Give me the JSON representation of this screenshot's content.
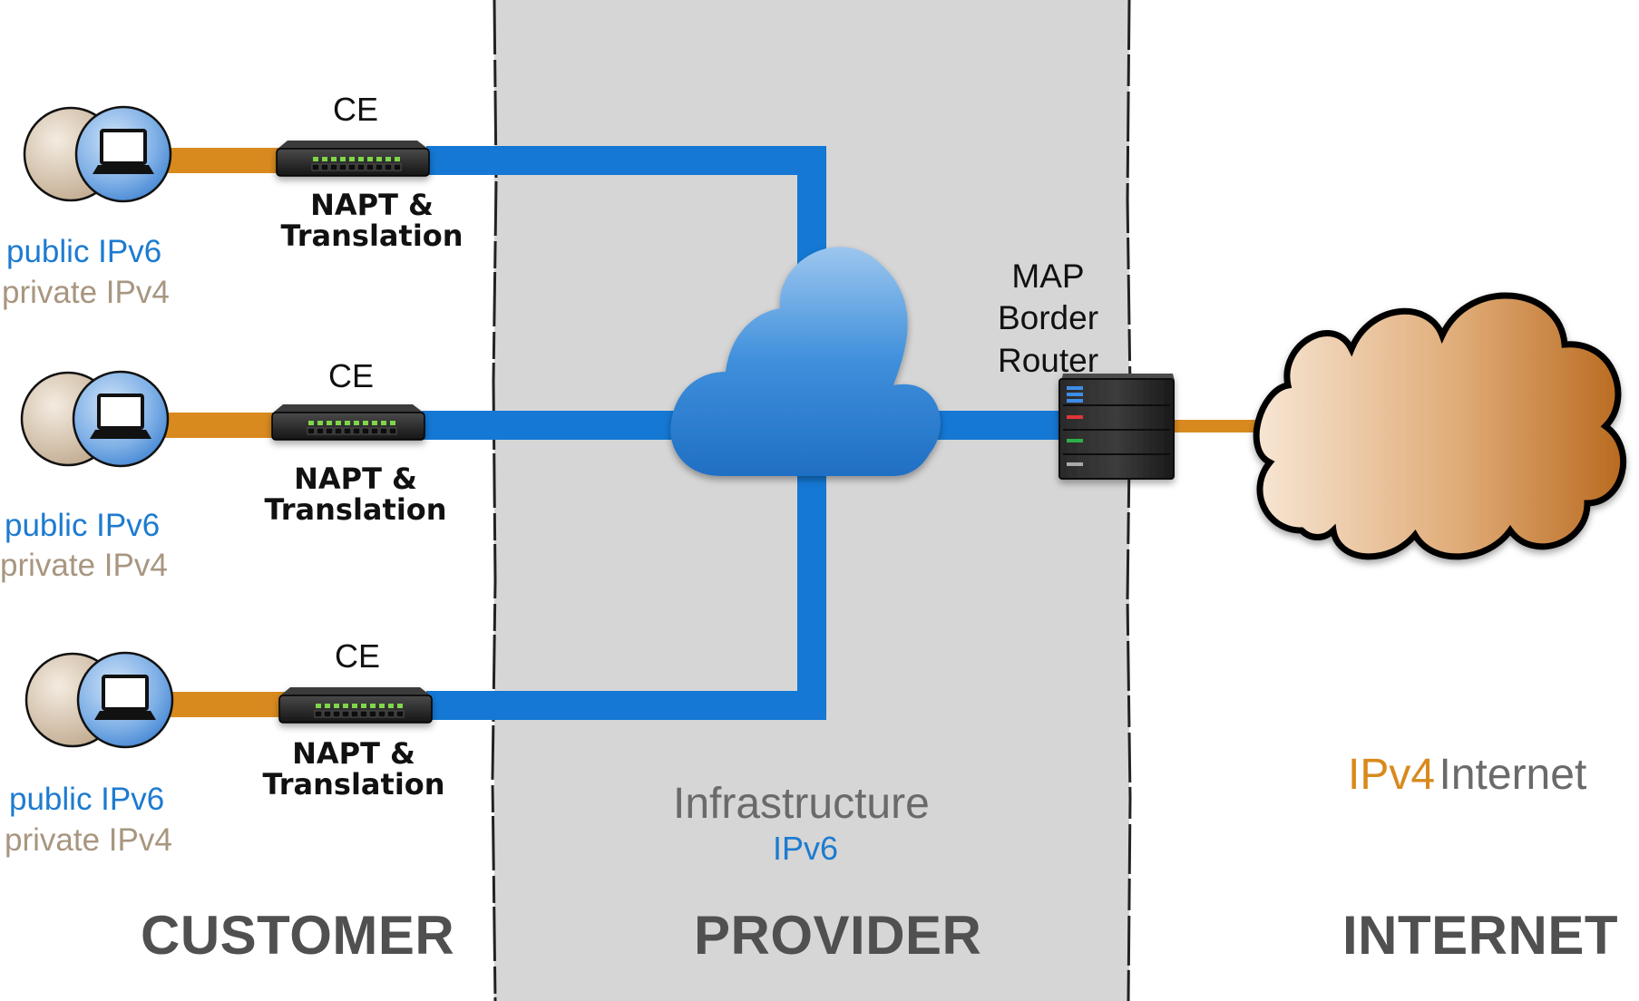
{
  "zones": {
    "customer": "CUSTOMER",
    "provider": "PROVIDER",
    "internet": "INTERNET"
  },
  "customers": [
    {
      "ce_label": "CE",
      "napt_line1": "NAPT &",
      "napt_line2": "Translation",
      "public_label": "public IPv6",
      "private_label": "private IPv4"
    },
    {
      "ce_label": "CE",
      "napt_line1": "NAPT &",
      "napt_line2": "Translation",
      "public_label": "public IPv6",
      "private_label": "private IPv4"
    },
    {
      "ce_label": "CE",
      "napt_line1": "NAPT &",
      "napt_line2": "Translation",
      "public_label": "public IPv6",
      "private_label": "private IPv4"
    }
  ],
  "provider": {
    "infrastructure_label": "Infrastructure",
    "protocol_label": "IPv6"
  },
  "border_router": {
    "line1": "MAP",
    "line2": "Border",
    "line3": "Router"
  },
  "internet": {
    "protocol_label": "IPv4",
    "internet_label": "Internet"
  },
  "colors": {
    "ipv6_link": "#1478d4",
    "ipv4_link": "#d98a1f",
    "provider_bg": "#d6d6d6",
    "customer_public_text": "#1d7bd0",
    "customer_private_text": "#a89680",
    "internet_cloud": "#c7823d"
  }
}
